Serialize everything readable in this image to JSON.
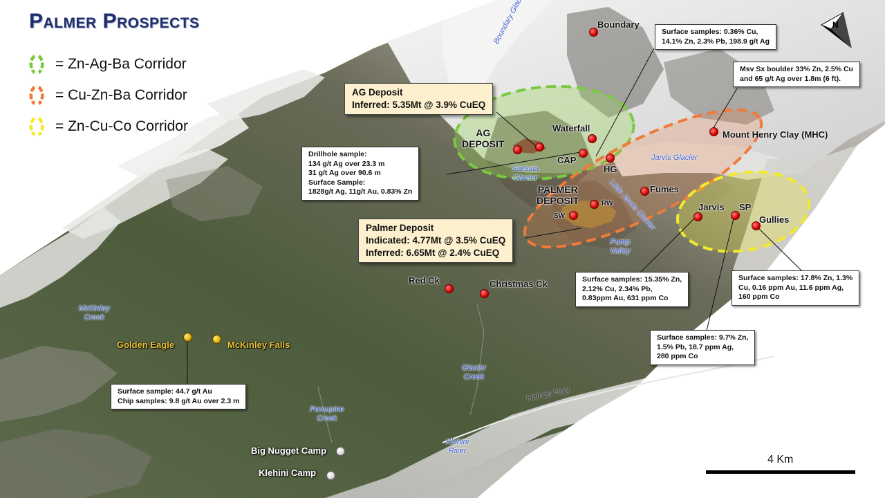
{
  "title": "Palmer Prospects",
  "legend": [
    {
      "label": "= Zn-Ag-Ba Corridor",
      "color": "#7ac943"
    },
    {
      "label": "= Cu-Zn-Ba Corridor",
      "color": "#f07a3a"
    },
    {
      "label": "= Zn-Cu-Co Corridor",
      "color": "#f2ea2e"
    }
  ],
  "prospects": {
    "boundary": "Boundary",
    "waterfall": "Waterfall",
    "ag_deposit_line1": "AG",
    "ag_deposit_line2": "DEPOSIT",
    "cap": "CAP",
    "hg": "HG",
    "mhc": "Mount Henry Clay (MHC)",
    "fumes": "Fumes",
    "palmer_line1": "PALMER",
    "palmer_line2": "DEPOSIT",
    "rw": "RW",
    "sw": "SW",
    "jarvis": "Jarvis",
    "sp": "SP",
    "gullies": "Gullies",
    "red_ck": "Red Ck",
    "christmas_ck": "Christmas Ck",
    "golden_eagle": "Golden Eagle",
    "mckinley_falls": "McKinley Falls",
    "big_nugget_camp": "Big Nugget Camp",
    "klehini_camp": "Klehini Camp"
  },
  "water_labels": {
    "boundary_glacier": "Boundary Glacier",
    "saksaia_line1": "Saksaia",
    "saksaia_line2": "Glacier",
    "jarvis_glacier": "Jarvis Glacier",
    "little_jarvis": "Little Jarvis Glacier",
    "pump_line1": "Pump",
    "pump_line2": "Valley",
    "mckinley_line1": "McKinley",
    "mckinley_line2": "Creek",
    "glacier_line1": "Glacier",
    "glacier_line2": "Creek",
    "porcupine_line1": "Porcupine",
    "porcupine_line2": "Creek",
    "klehini_line1": "Klehini",
    "klehini_line2": "River",
    "haines_hwy": "Haines Hwy"
  },
  "deposit_boxes": {
    "ag": {
      "line1": "AG Deposit",
      "line2": "Inferred: 5.35Mt @ 3.9% CuEQ"
    },
    "palmer": {
      "line1": "Palmer Deposit",
      "line2": "Indicated: 4.77Mt @ 3.5% CuEQ",
      "line3": "Inferred: 6.65Mt @ 2.4% CuEQ"
    }
  },
  "sample_boxes": {
    "boundary": [
      "Surface samples: 0.36% Cu,",
      "14.1% Zn, 2.3% Pb, 198.9 g/t Ag"
    ],
    "mhc": [
      "Msv Sx boulder 33% Zn, 2.5% Cu",
      "and 65 g/t Ag over 1.8m (6 ft)."
    ],
    "drillhole": [
      "Drillhole sample:",
      "134 g/t Ag over 23.3 m",
      "31 g/t Ag over 90.6 m",
      "Surface Sample:",
      "1828g/t Ag, 11g/t Au, 0.83% Zn"
    ],
    "jarvis": [
      "Surface samples: 15.35% Zn,",
      "2.12% Cu, 2.34% Pb,",
      "0.83ppm Au, 631 ppm Co"
    ],
    "gullies": [
      "Surface samples: 17.8% Zn, 1.3%",
      "Cu, 0.16 ppm Au, 11.6 ppm Ag,",
      "160 ppm Co"
    ],
    "sp": [
      "Surface samples: 9.7% Zn,",
      "1.5% Pb, 18.7 ppm Ag,",
      "280 ppm Co"
    ],
    "golden_eagle": [
      "Surface sample: 44.7 g/t Au",
      "Chip samples: 9.8 g/t Au over 2.3 m"
    ]
  },
  "scale": "4 Km",
  "north_arrow": "N"
}
